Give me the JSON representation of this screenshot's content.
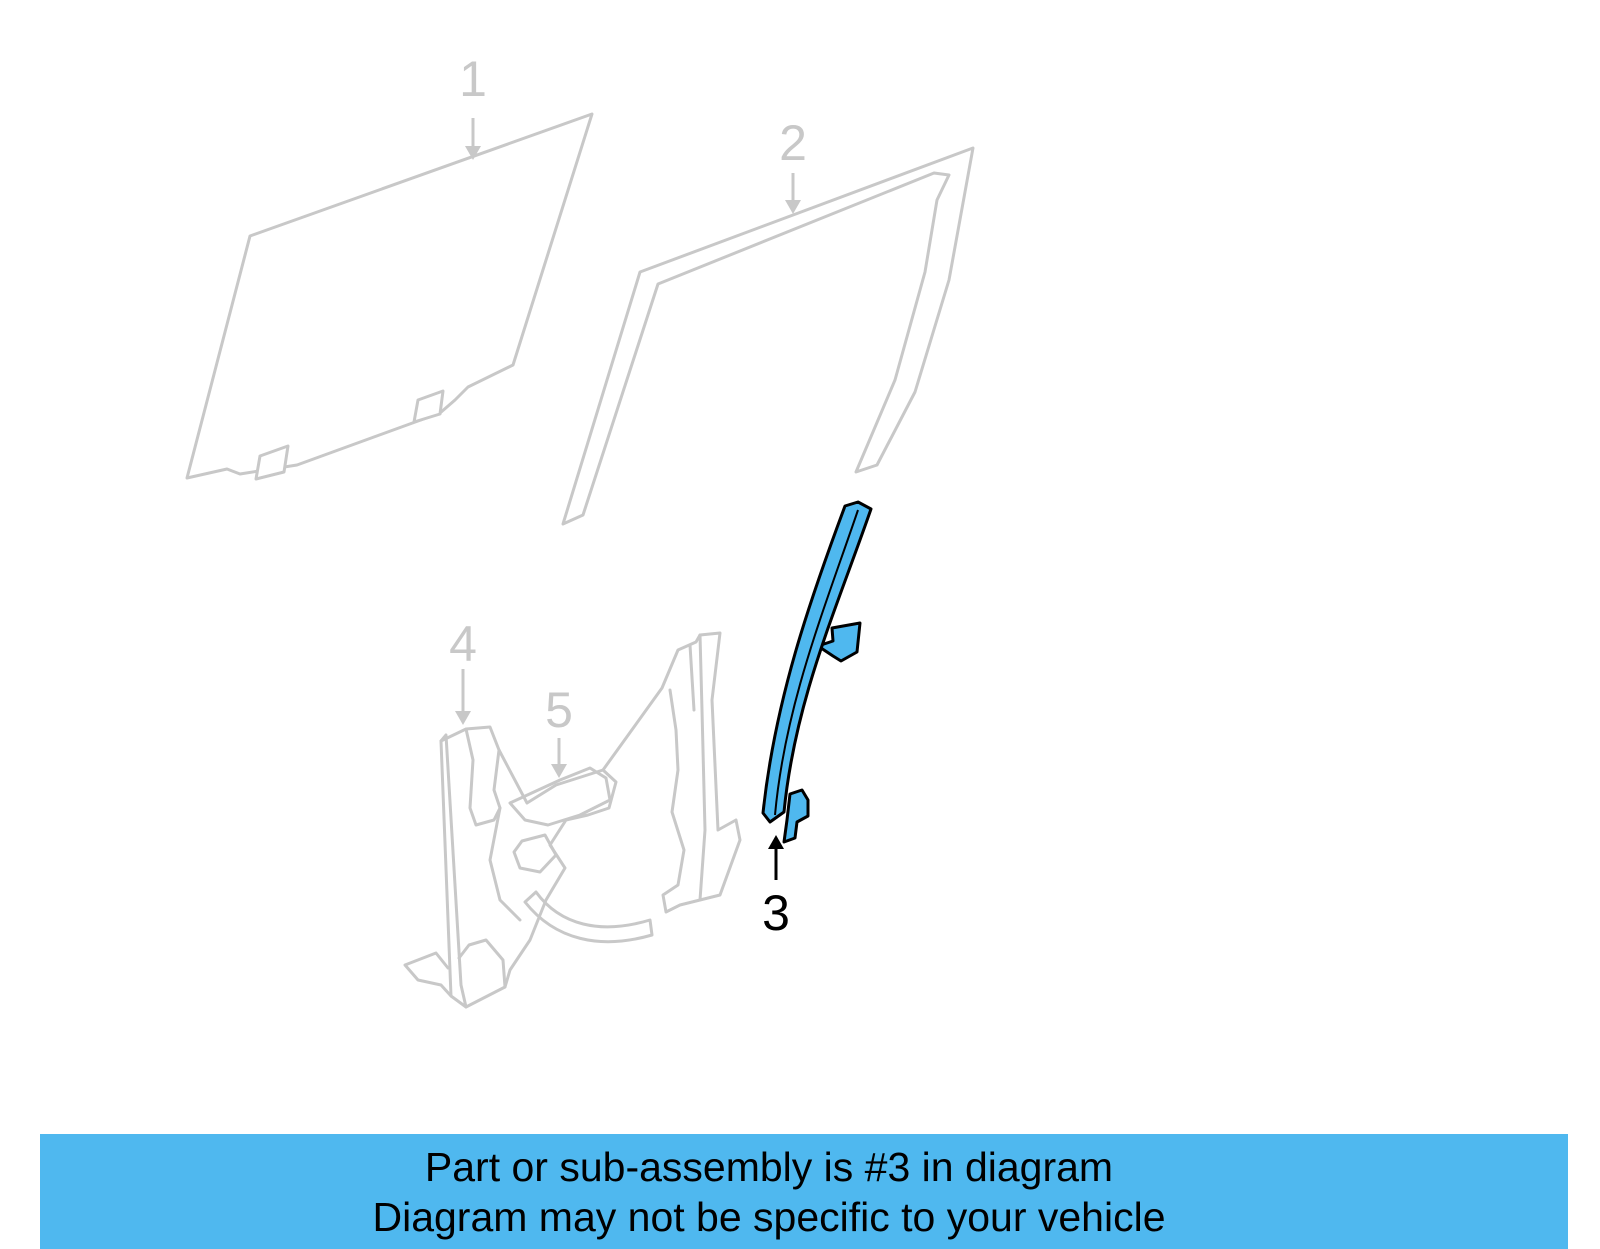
{
  "callouts": {
    "c1": "1",
    "c2": "2",
    "c3": "3",
    "c4": "4",
    "c5": "5"
  },
  "highlighted_part": "3",
  "colors": {
    "highlight_fill": "#4fb8ef",
    "banner_background": "#4fb8ef",
    "ghost_stroke": "#c8c8c8",
    "active_stroke": "#000000"
  },
  "banner": {
    "line1": "Part or sub-assembly is #3 in diagram",
    "line2": "Diagram may not be specific to your vehicle"
  }
}
